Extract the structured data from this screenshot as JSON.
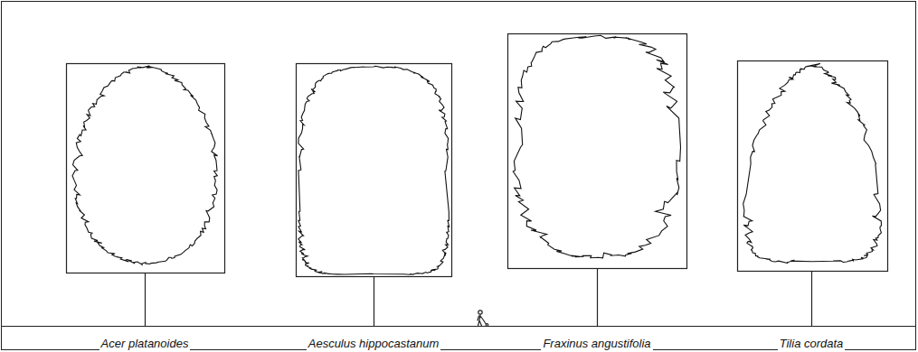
{
  "diagram": {
    "labels": [
      "Acer platanoides",
      "Aesculus hippocastanum",
      "Fraxinus angustifolia",
      "Tilia cordata"
    ]
  }
}
